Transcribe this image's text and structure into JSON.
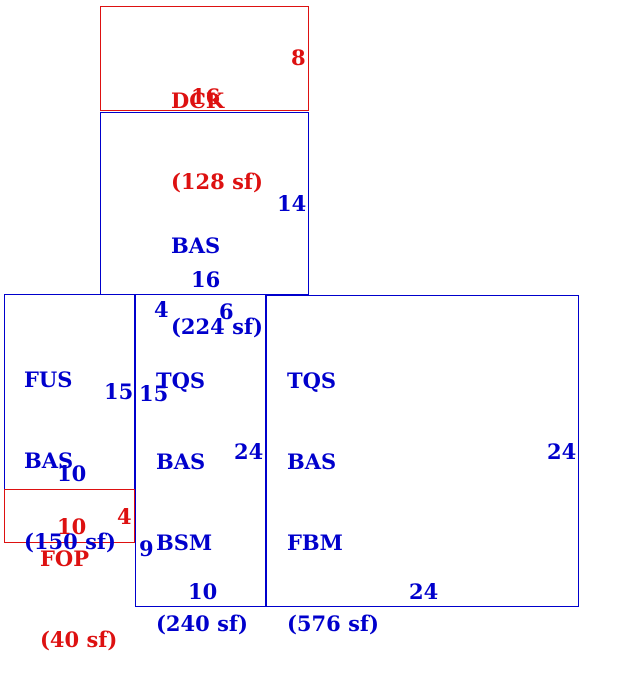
{
  "colors": {
    "blue": "#0000cc",
    "red": "#dd1111"
  },
  "areas": {
    "dck": {
      "line1": "DCK",
      "line2": "(128 sf)"
    },
    "bas_top": {
      "line1": "BAS",
      "line2": "(224 sf)"
    },
    "fus": {
      "line1": "FUS",
      "line2": "BAS",
      "line3": "(150 sf)"
    },
    "tqs_bsm": {
      "line1": "TQS",
      "line2": "BAS",
      "line3": "BSM",
      "line4": "(240 sf)"
    },
    "tqs_fbm": {
      "line1": "TQS",
      "line2": "BAS",
      "line3": "FBM",
      "line4": "(576 sf)"
    },
    "fop": {
      "line1": "FOP",
      "line2": "(40 sf)"
    }
  },
  "dimensions": {
    "dck_right": "8",
    "dck_bottom": "16",
    "bas_right": "14",
    "bas_bottom": "16",
    "fus_right": "15",
    "fus_bottom": "10",
    "tqs_bsm_left": "15",
    "tqs_bsm_top_a": "4",
    "tqs_bsm_top_b": "6",
    "tqs_bsm_right": "24",
    "tqs_bsm_left_lower": "9",
    "tqs_bsm_bottom": "10",
    "tqs_fbm_right": "24",
    "tqs_fbm_bottom": "24",
    "fop_bottom": "10",
    "fop_right": "4"
  }
}
